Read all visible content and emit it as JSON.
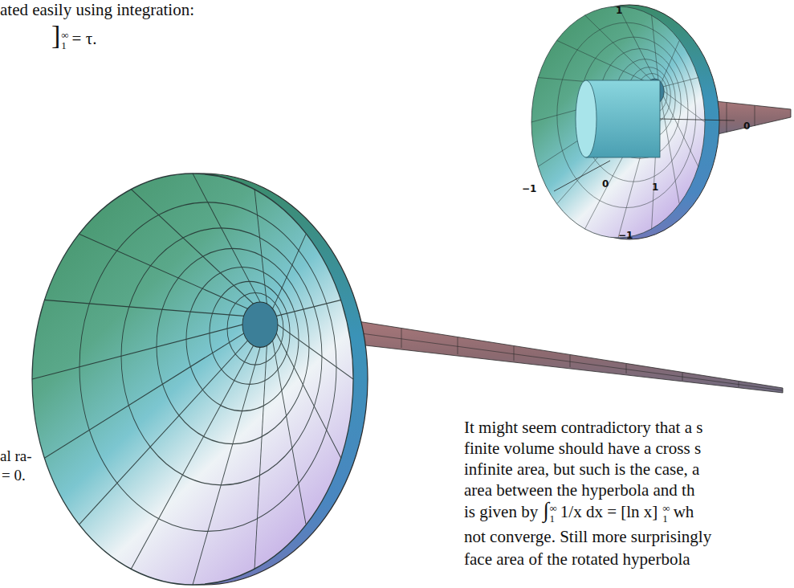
{
  "diagram": {
    "labels": [
      "ated easily using integration:",
      "]",
      "∞",
      "1",
      "= τ.",
      "al ra-",
      "= 0.",
      "It might seem contradictory that a s",
      "finite volume should have a cross s",
      "infinite area, but such is the case, a",
      "area between the hyperbola and th",
      "is given by",
      "∫",
      "∞",
      "1",
      "1/x dx = [ln x]",
      "∞",
      "1",
      "wh",
      "not converge. Still more surprisingly",
      "face area of the rotated hyperbola",
      "1",
      "−1",
      "0",
      "1",
      "−1",
      "0"
    ]
  }
}
